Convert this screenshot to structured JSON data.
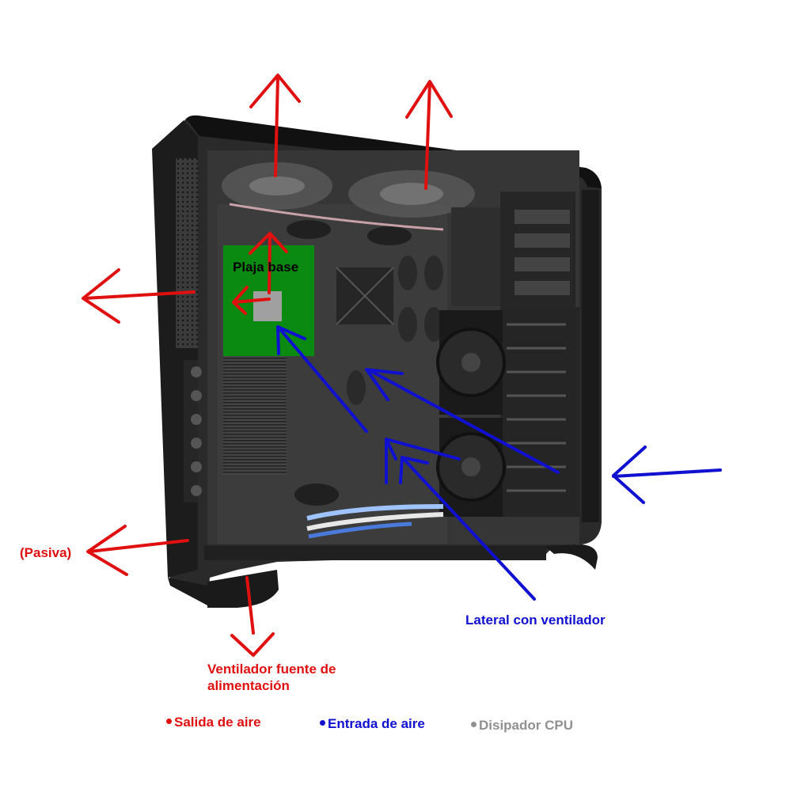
{
  "labels": {
    "motherboard": "Plaja base",
    "passive": "(Pasiva)",
    "psu_fan_line1": "Ventilador fuente de",
    "psu_fan_line2": "alimentación",
    "side_fan": "Lateral con ventilador"
  },
  "legend": {
    "exhaust": "Salida de aire",
    "intake": "Entrada de aire",
    "cpu_cooler": "Disipador CPU"
  },
  "colors": {
    "exhaust": "#e01010",
    "intake": "#1010d0",
    "cpu_cooler": "#909090",
    "motherboard": "#0a8a10",
    "case": "#2a2a2a"
  }
}
